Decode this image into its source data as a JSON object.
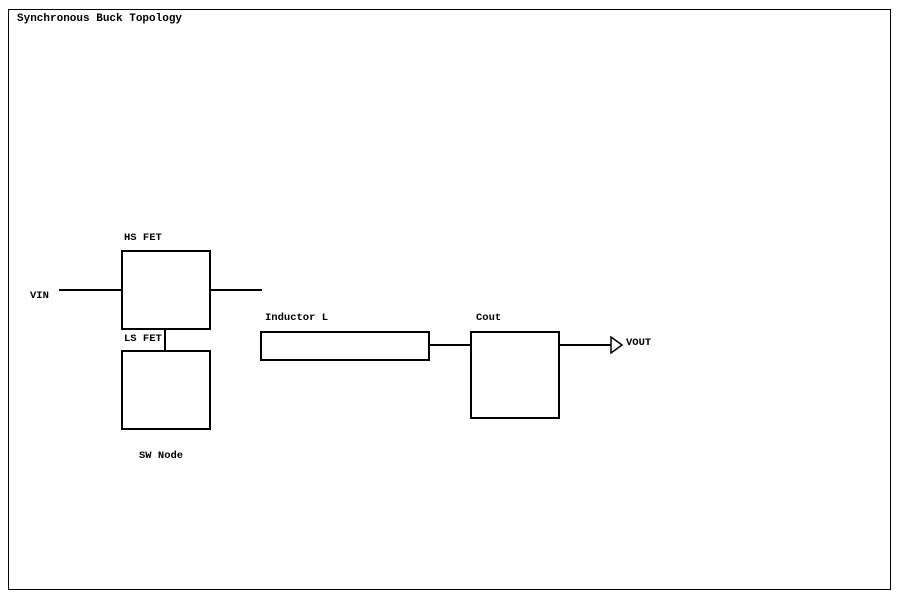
{
  "diagram": {
    "title": "Synchronous Buck Topology",
    "labels": {
      "vin": "VIN",
      "hs_fet": "HS FET",
      "ls_fet": "LS FET",
      "sw_node": "SW Node",
      "inductor": "Inductor L",
      "cout": "Cout",
      "vout": "VOUT"
    },
    "colors": {
      "stroke": "#000000",
      "background": "#ffffff"
    },
    "components": [
      {
        "id": "hs_fet",
        "type": "box",
        "label": "HS FET"
      },
      {
        "id": "ls_fet",
        "type": "box",
        "label": "LS FET"
      },
      {
        "id": "inductor",
        "type": "box",
        "label": "Inductor L"
      },
      {
        "id": "cout",
        "type": "box",
        "label": "Cout"
      },
      {
        "id": "vout_arrow",
        "type": "hollow-arrow-right",
        "label": "VOUT"
      }
    ],
    "connections": [
      {
        "from": "VIN",
        "to": "HS FET"
      },
      {
        "from": "HS FET",
        "to": "open drain stub"
      },
      {
        "from": "HS FET",
        "to": "LS FET",
        "via": "SW Node"
      },
      {
        "from": "Inductor L",
        "to": "Cout"
      },
      {
        "from": "Cout",
        "to": "VOUT"
      }
    ]
  }
}
